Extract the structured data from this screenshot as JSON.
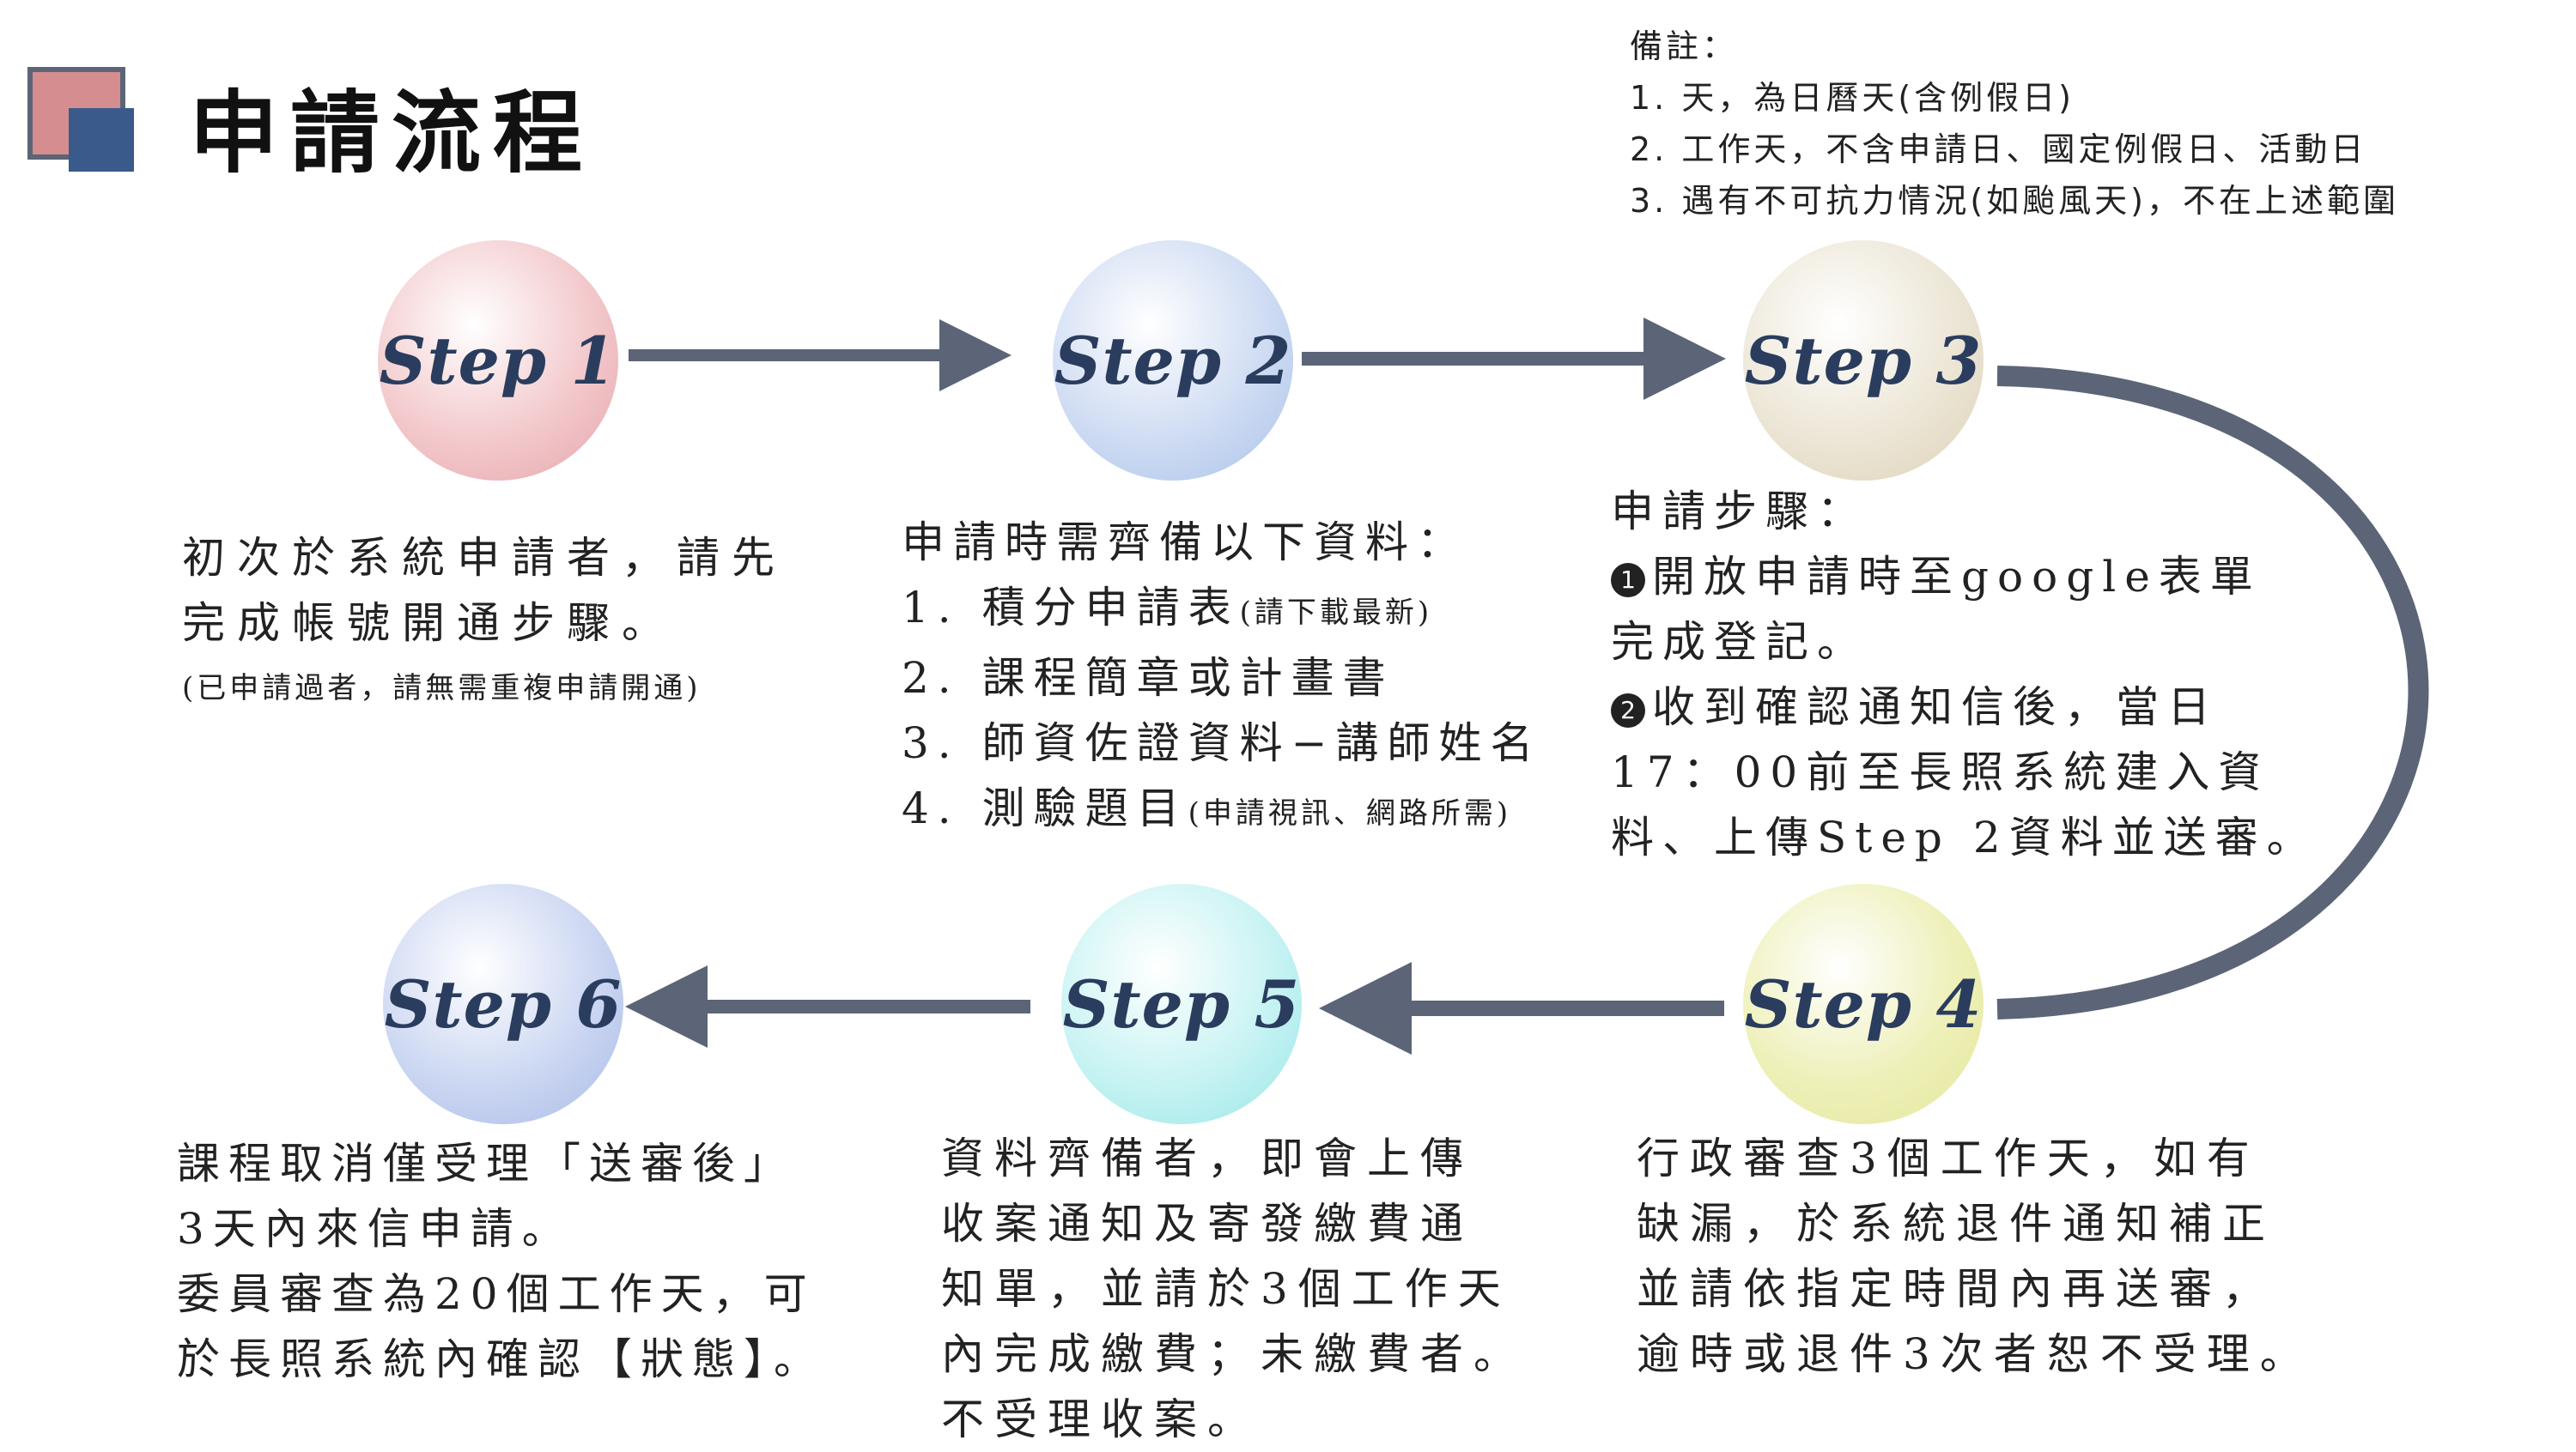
{
  "title": "申請流程",
  "notes": {
    "heading": "備註：",
    "items": [
      "1.  天，為日曆天(含例假日)",
      "2.  工作天，不含申請日、國定例假日、活動日",
      "3.  遇有不可抗力情況(如颱風天)，不在上述範圍"
    ]
  },
  "steps": [
    {
      "label": "Step 1",
      "lines": [
        "初次於系統申請者，請先",
        "完成帳號開通步驟。"
      ],
      "note": "(已申請過者，請無需重複申請開通)"
    },
    {
      "label": "Step 2",
      "lines": [
        "申請時需齊備以下資料："
      ],
      "items": [
        {
          "text": "1. 積分申請表",
          "small": "(請下載最新)"
        },
        {
          "text": "2. 課程簡章或計畫書",
          "small": ""
        },
        {
          "text": "3. 師資佐證資料−講師姓名",
          "small": ""
        },
        {
          "text": "4. 測驗題目",
          "small": "(申請視訊、網路所需)"
        }
      ]
    },
    {
      "label": "Step 3",
      "heading": "申請步驟：",
      "badge1": "1",
      "badge2": "2",
      "lines": [
        "開放申請時至google表單",
        "完成登記。",
        "收到確認通知信後，當日",
        "17：00前至長照系統建入資",
        "料、上傳Step 2資料並送審。"
      ]
    },
    {
      "label": "Step 4",
      "lines": [
        "行政審查3個工作天，如有",
        "缺漏，於系統退件通知補正",
        "並請依指定時間內再送審，",
        "逾時或退件3次者恕不受理。"
      ]
    },
    {
      "label": "Step 5",
      "lines": [
        "資料齊備者，即會上傳",
        "收案通知及寄發繳費通",
        "知單，並請於3個工作天",
        "內完成繳費；未繳費者。",
        "不受理收案。"
      ]
    },
    {
      "label": "Step 6",
      "lines": [
        "課程取消僅受理「送審後」",
        "3天內來信申請。",
        "委員審查為20個工作天，可",
        "於長照系統內確認【狀態】。"
      ]
    }
  ],
  "colors": {
    "arrow": "#5c6477",
    "step_text": "#2a3d5e",
    "logo_pink": "#d68d8f",
    "logo_blue": "#3a5a8c"
  }
}
